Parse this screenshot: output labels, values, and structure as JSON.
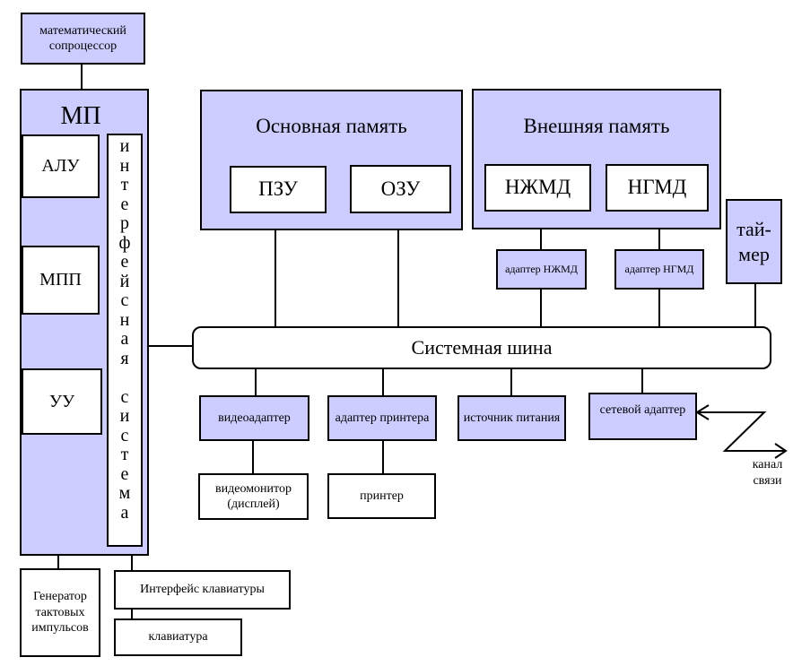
{
  "coprocessor": "математический сопроцессор",
  "mp": {
    "title": "МП",
    "alu": "АЛУ",
    "mpp": "МПП",
    "uu": "УУ",
    "interface_letters": [
      "и",
      "н",
      "т",
      "е",
      "р",
      "ф",
      "е",
      "й",
      "с",
      "н",
      "а",
      "я",
      " ",
      "с",
      "и",
      "с",
      "т",
      "е",
      "м",
      "а"
    ]
  },
  "main_memory": {
    "title": "Основная память",
    "rom": "ПЗУ",
    "ram": "ОЗУ"
  },
  "external_memory": {
    "title": "Внешняя память",
    "hdd": "НЖМД",
    "fdd": "НГМД"
  },
  "adapters": {
    "hdd": "адаптер НЖМД",
    "fdd": "адаптер НГМД"
  },
  "timer": "тай-\nмер",
  "system_bus": "Системная шина",
  "video_adapter": "видеоадаптер",
  "printer_adapter": "адаптер принтера",
  "power_supply": "источник питания",
  "network_adapter": "сетевой адаптер",
  "comm_channel": "канал связи",
  "video_monitor": "видеомонитор (дисплей)",
  "printer": "принтер",
  "clock_generator": "Генератор тактовых импульсов",
  "keyboard_interface": "Интерфейс клавиатуры",
  "keyboard": "клавиатура",
  "colors": {
    "fill": "#ccccff",
    "stroke": "#000000",
    "background": "#ffffff"
  }
}
